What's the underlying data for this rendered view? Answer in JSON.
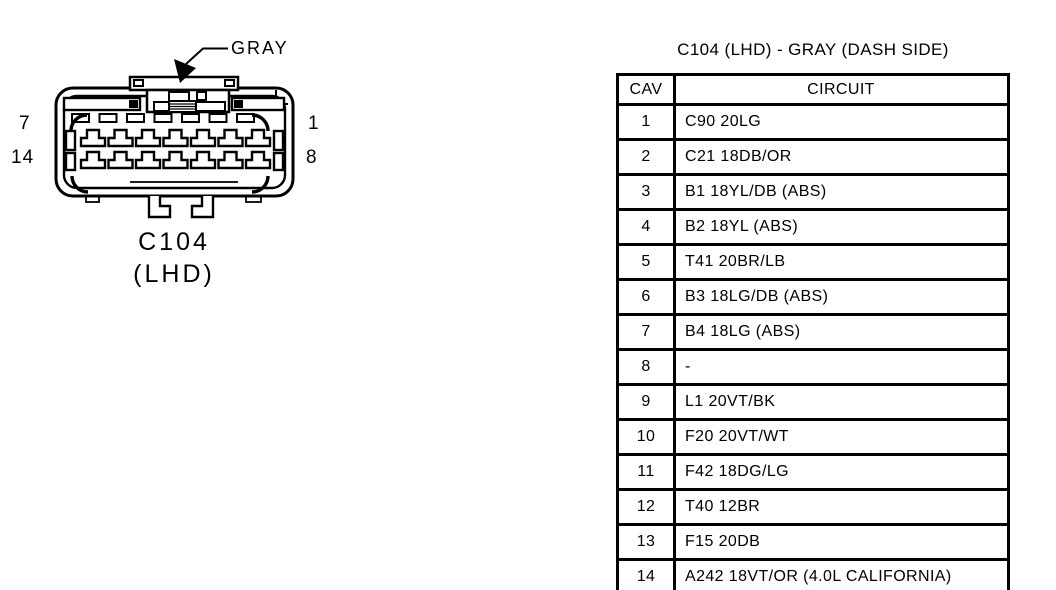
{
  "connector": {
    "color_callout": "GRAY",
    "name": "C104",
    "variant": "(LHD)",
    "pin_numbers": {
      "top_left": "7",
      "bottom_left": "14",
      "top_right": "1",
      "bottom_right": "8"
    }
  },
  "table": {
    "title": "C104 (LHD) - GRAY (DASH SIDE)",
    "columns": [
      "CAV",
      "CIRCUIT"
    ],
    "rows": [
      {
        "cav": "1",
        "circuit": "C90 20LG"
      },
      {
        "cav": "2",
        "circuit": "C21 18DB/OR"
      },
      {
        "cav": "3",
        "circuit": "B1 18YL/DB (ABS)"
      },
      {
        "cav": "4",
        "circuit": "B2 18YL (ABS)"
      },
      {
        "cav": "5",
        "circuit": "T41 20BR/LB"
      },
      {
        "cav": "6",
        "circuit": "B3 18LG/DB (ABS)"
      },
      {
        "cav": "7",
        "circuit": "B4 18LG (ABS)"
      },
      {
        "cav": "8",
        "circuit": "-"
      },
      {
        "cav": "9",
        "circuit": "L1 20VT/BK"
      },
      {
        "cav": "10",
        "circuit": "F20 20VT/WT"
      },
      {
        "cav": "11",
        "circuit": "F42 18DG/LG"
      },
      {
        "cav": "12",
        "circuit": "T40 12BR"
      },
      {
        "cav": "13",
        "circuit": "F15 20DB"
      },
      {
        "cav": "14",
        "circuit": "A242 18VT/OR (4.0L CALIFORNIA)"
      }
    ]
  }
}
